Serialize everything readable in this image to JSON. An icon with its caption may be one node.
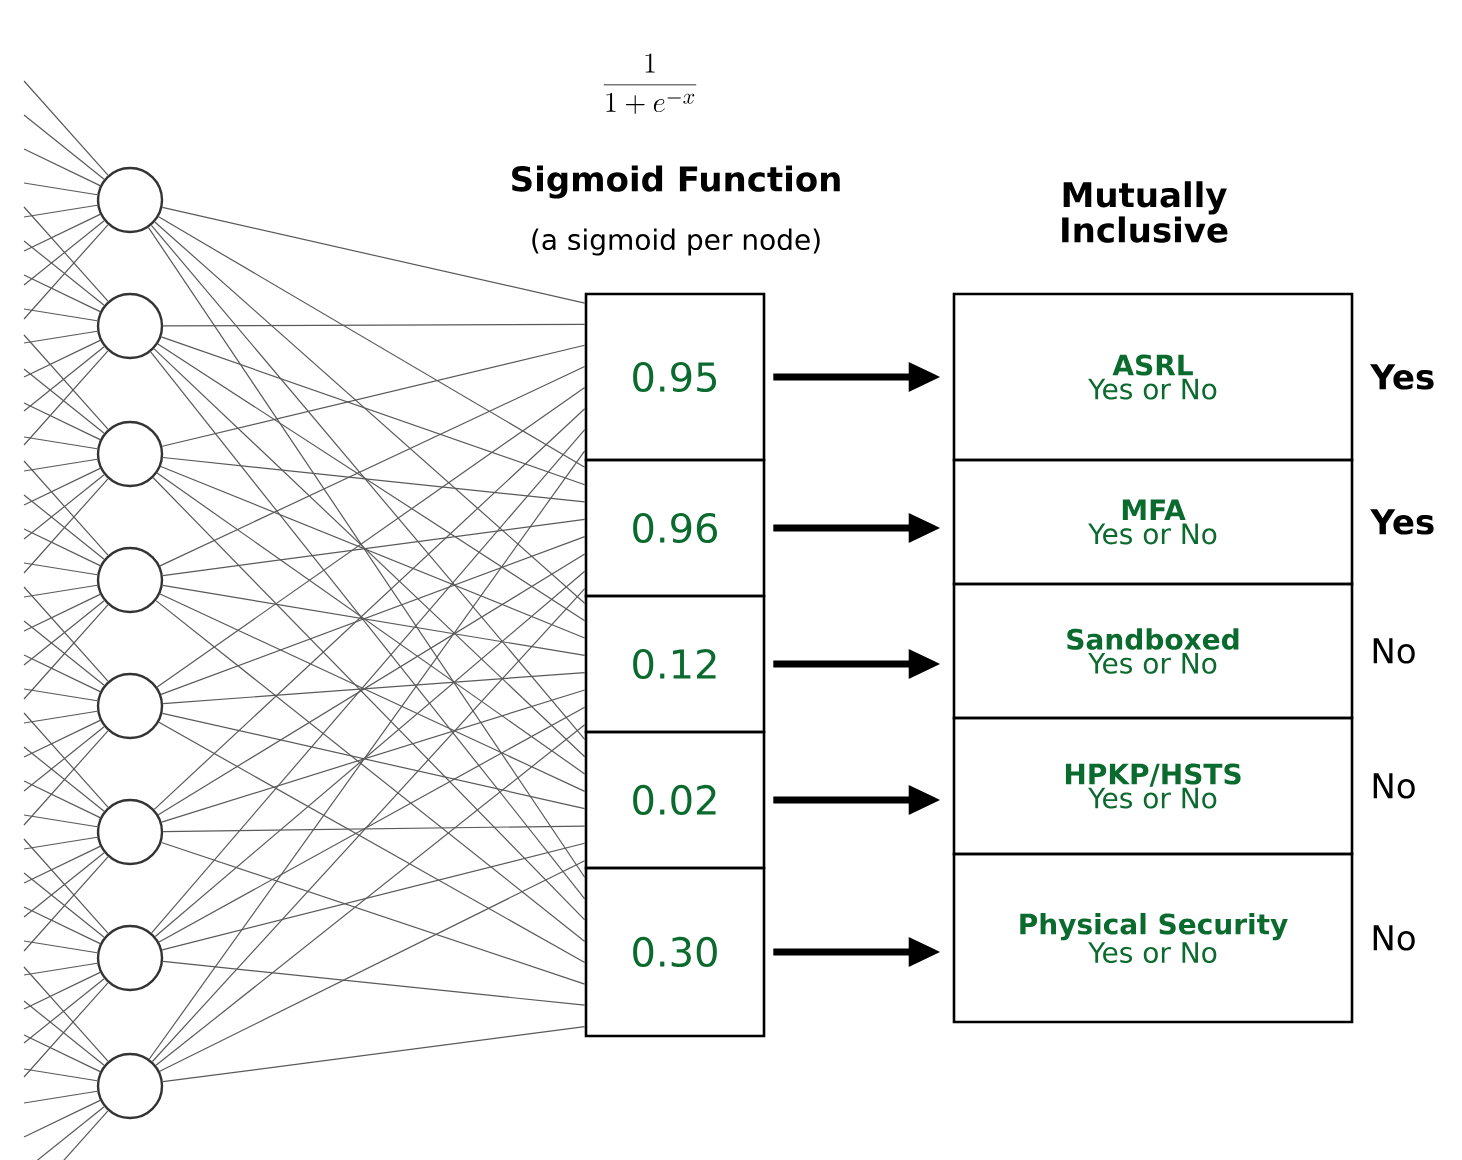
{
  "diagram": {
    "nodes": [
      {
        "text": [],
        "shape": "circle"
      },
      {
        "text": [],
        "shape": "circle"
      },
      {
        "text": [],
        "shape": "circle"
      },
      {
        "text": [],
        "shape": "circle"
      },
      {
        "text": [],
        "shape": "circle"
      },
      {
        "text": [],
        "shape": "circle"
      },
      {
        "text": [],
        "shape": "circle"
      },
      {
        "text": [],
        "shape": "circle"
      },
      {
        "text": [
          "0.95"
        ]
      },
      {
        "text": [
          "0.96"
        ]
      },
      {
        "text": [
          "0.12"
        ]
      },
      {
        "text": [
          "0.02"
        ]
      },
      {
        "text": [
          "0.30"
        ]
      },
      {
        "text": [
          "ASRL",
          "Yes or No"
        ],
        "beside": [
          "Yes"
        ]
      },
      {
        "text": [
          "MFA",
          "Yes or No"
        ],
        "beside": [
          "Yes"
        ]
      },
      {
        "text": [
          "Sandboxed",
          "Yes or No"
        ],
        "beside": [
          "No"
        ]
      },
      {
        "text": [
          "HPKP/HSTS",
          "Yes or No"
        ],
        "beside": [
          "No"
        ]
      },
      {
        "text": [
          "Physical Security",
          "Yes or No"
        ],
        "beside": [
          "No"
        ]
      }
    ],
    "edges": [
      {
        "from": null,
        "to": 0,
        "arrow": "none"
      },
      {
        "from": null,
        "to": 0,
        "arrow": "none"
      },
      {
        "from": null,
        "to": 0,
        "arrow": "none"
      },
      {
        "from": null,
        "to": 0,
        "arrow": "none"
      },
      {
        "from": null,
        "to": 0,
        "arrow": "none"
      },
      {
        "from": null,
        "to": 0,
        "arrow": "none"
      },
      {
        "from": null,
        "to": 0,
        "arrow": "none"
      },
      {
        "from": null,
        "to": 0,
        "arrow": "none"
      },
      {
        "from": null,
        "to": 1,
        "arrow": "none"
      },
      {
        "from": null,
        "to": 1,
        "arrow": "none"
      },
      {
        "from": null,
        "to": 1,
        "arrow": "none"
      },
      {
        "from": null,
        "to": 1,
        "arrow": "none"
      },
      {
        "from": null,
        "to": 1,
        "arrow": "none"
      },
      {
        "from": null,
        "to": 1,
        "arrow": "none"
      },
      {
        "from": null,
        "to": 1,
        "arrow": "none"
      },
      {
        "from": null,
        "to": 1,
        "arrow": "none"
      },
      {
        "from": null,
        "to": 2,
        "arrow": "none"
      },
      {
        "from": null,
        "to": 2,
        "arrow": "none"
      },
      {
        "from": null,
        "to": 2,
        "arrow": "none"
      },
      {
        "from": null,
        "to": 2,
        "arrow": "none"
      },
      {
        "from": null,
        "to": 2,
        "arrow": "none"
      },
      {
        "from": null,
        "to": 2,
        "arrow": "none"
      },
      {
        "from": null,
        "to": 2,
        "arrow": "none"
      },
      {
        "from": null,
        "to": 2,
        "arrow": "none"
      },
      {
        "from": null,
        "to": 3,
        "arrow": "none"
      },
      {
        "from": null,
        "to": 3,
        "arrow": "none"
      },
      {
        "from": null,
        "to": 3,
        "arrow": "none"
      },
      {
        "from": null,
        "to": 3,
        "arrow": "none"
      },
      {
        "from": null,
        "to": 3,
        "arrow": "none"
      },
      {
        "from": null,
        "to": 3,
        "arrow": "none"
      },
      {
        "from": null,
        "to": 3,
        "arrow": "none"
      },
      {
        "from": null,
        "to": 3,
        "arrow": "none"
      },
      {
        "from": null,
        "to": 4,
        "arrow": "none"
      },
      {
        "from": null,
        "to": 4,
        "arrow": "none"
      },
      {
        "from": null,
        "to": 4,
        "arrow": "none"
      },
      {
        "from": null,
        "to": 4,
        "arrow": "none"
      },
      {
        "from": null,
        "to": 4,
        "arrow": "none"
      },
      {
        "from": null,
        "to": 4,
        "arrow": "none"
      },
      {
        "from": null,
        "to": 4,
        "arrow": "none"
      },
      {
        "from": null,
        "to": 4,
        "arrow": "none"
      },
      {
        "from": null,
        "to": 5,
        "arrow": "none"
      },
      {
        "from": null,
        "to": 5,
        "arrow": "none"
      },
      {
        "from": null,
        "to": 5,
        "arrow": "none"
      },
      {
        "from": null,
        "to": 5,
        "arrow": "none"
      },
      {
        "from": null,
        "to": 5,
        "arrow": "none"
      },
      {
        "from": null,
        "to": 5,
        "arrow": "none"
      },
      {
        "from": null,
        "to": 5,
        "arrow": "none"
      },
      {
        "from": null,
        "to": 5,
        "arrow": "none"
      },
      {
        "from": null,
        "to": 6,
        "arrow": "none"
      },
      {
        "from": null,
        "to": 6,
        "arrow": "none"
      },
      {
        "from": null,
        "to": 6,
        "arrow": "none"
      },
      {
        "from": null,
        "to": 6,
        "arrow": "none"
      },
      {
        "from": null,
        "to": 6,
        "arrow": "none"
      },
      {
        "from": null,
        "to": 6,
        "arrow": "none"
      },
      {
        "from": null,
        "to": 6,
        "arrow": "none"
      },
      {
        "from": null,
        "to": 6,
        "arrow": "none"
      },
      {
        "from": null,
        "to": 7,
        "arrow": "none"
      },
      {
        "from": null,
        "to": 7,
        "arrow": "none"
      },
      {
        "from": null,
        "to": 7,
        "arrow": "none"
      },
      {
        "from": null,
        "to": 7,
        "arrow": "none"
      },
      {
        "from": null,
        "to": 7,
        "arrow": "none"
      },
      {
        "from": null,
        "to": 7,
        "arrow": "none"
      },
      {
        "from": null,
        "to": 7,
        "arrow": "none"
      },
      {
        "from": null,
        "to": 7,
        "arrow": "none"
      },
      {
        "from": 0,
        "to": 8,
        "arrow": "none"
      },
      {
        "from": 0,
        "to": 9,
        "arrow": "none"
      },
      {
        "from": 0,
        "to": 10,
        "arrow": "none"
      },
      {
        "from": 0,
        "to": 11,
        "arrow": "none"
      },
      {
        "from": 0,
        "to": 12,
        "arrow": "none"
      },
      {
        "from": 1,
        "to": 8,
        "arrow": "none"
      },
      {
        "from": 1,
        "to": 9,
        "arrow": "none"
      },
      {
        "from": 1,
        "to": 10,
        "arrow": "none"
      },
      {
        "from": 1,
        "to": 11,
        "arrow": "none"
      },
      {
        "from": 1,
        "to": 12,
        "arrow": "none"
      },
      {
        "from": 2,
        "to": 8,
        "arrow": "none"
      },
      {
        "from": 2,
        "to": 9,
        "arrow": "none"
      },
      {
        "from": 2,
        "to": 10,
        "arrow": "none"
      },
      {
        "from": 2,
        "to": 11,
        "arrow": "none"
      },
      {
        "from": 2,
        "to": 12,
        "arrow": "none"
      },
      {
        "from": 3,
        "to": 8,
        "arrow": "none"
      },
      {
        "from": 3,
        "to": 9,
        "arrow": "none"
      },
      {
        "from": 3,
        "to": 10,
        "arrow": "none"
      },
      {
        "from": 3,
        "to": 11,
        "arrow": "none"
      },
      {
        "from": 3,
        "to": 12,
        "arrow": "none"
      },
      {
        "from": 4,
        "to": 8,
        "arrow": "none"
      },
      {
        "from": 4,
        "to": 9,
        "arrow": "none"
      },
      {
        "from": 4,
        "to": 10,
        "arrow": "none"
      },
      {
        "from": 4,
        "to": 11,
        "arrow": "none"
      },
      {
        "from": 4,
        "to": 12,
        "arrow": "none"
      },
      {
        "from": 5,
        "to": 8,
        "arrow": "none"
      },
      {
        "from": 5,
        "to": 9,
        "arrow": "none"
      },
      {
        "from": 5,
        "to": 10,
        "arrow": "none"
      },
      {
        "from": 5,
        "to": 11,
        "arrow": "none"
      },
      {
        "from": 5,
        "to": 12,
        "arrow": "none"
      },
      {
        "from": 6,
        "to": 8,
        "arrow": "none"
      },
      {
        "from": 6,
        "to": 9,
        "arrow": "none"
      },
      {
        "from": 6,
        "to": 10,
        "arrow": "none"
      },
      {
        "from": 6,
        "to": 11,
        "arrow": "none"
      },
      {
        "from": 6,
        "to": 12,
        "arrow": "none"
      },
      {
        "from": 7,
        "to": 8,
        "arrow": "none"
      },
      {
        "from": 7,
        "to": 9,
        "arrow": "none"
      },
      {
        "from": 7,
        "to": 10,
        "arrow": "none"
      },
      {
        "from": 7,
        "to": 11,
        "arrow": "none"
      },
      {
        "from": 7,
        "to": 12,
        "arrow": "none"
      },
      {
        "from": 8,
        "to": 13,
        "arrow": "to",
        "style": "thick",
        "color": "#000000"
      },
      {
        "from": 9,
        "to": 14,
        "arrow": "to",
        "style": "thick",
        "color": "#000000"
      },
      {
        "from": 10,
        "to": 15,
        "arrow": "to",
        "style": "thick",
        "color": "#000000"
      },
      {
        "from": 11,
        "to": 16,
        "arrow": "to",
        "style": "thick",
        "color": "#000000"
      },
      {
        "from": 12,
        "to": 17,
        "arrow": "to",
        "style": "thick",
        "color": "#000000"
      }
    ],
    "labels": [
      "\\frac{1}{1+e^{-x}}",
      "Sigmoid Function",
      "(a sigmoid per node)",
      "Mutually Inclusive"
    ]
  }
}
